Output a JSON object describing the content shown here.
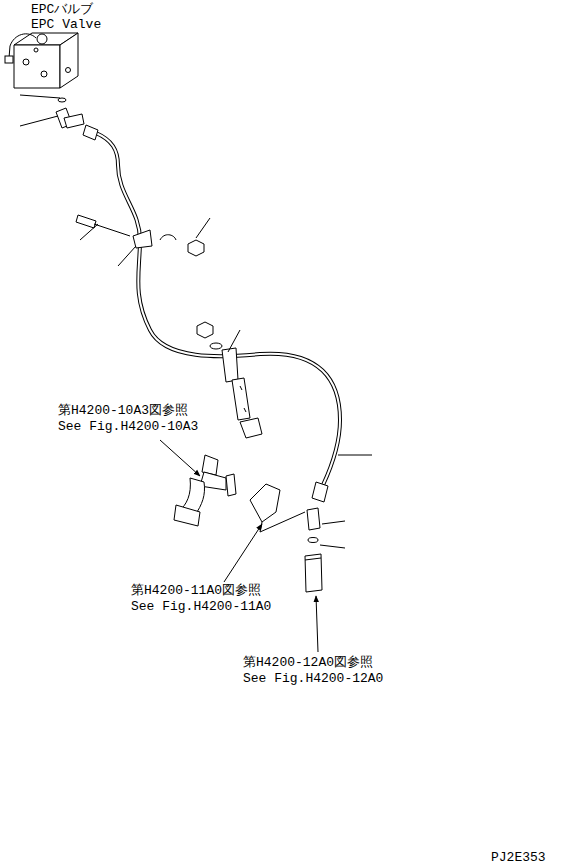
{
  "diagram": {
    "labels": [
      "EPCバルブ",
      "EPC Valve",
      "第H4200-10A3図参照",
      "See Fig.H4200-10A3",
      "第H4200-11A0図参照",
      "See Fig.H4200-11A0",
      "第H4200-12A0図参照",
      "See Fig.H4200-12A0",
      "PJ2E353"
    ]
  }
}
